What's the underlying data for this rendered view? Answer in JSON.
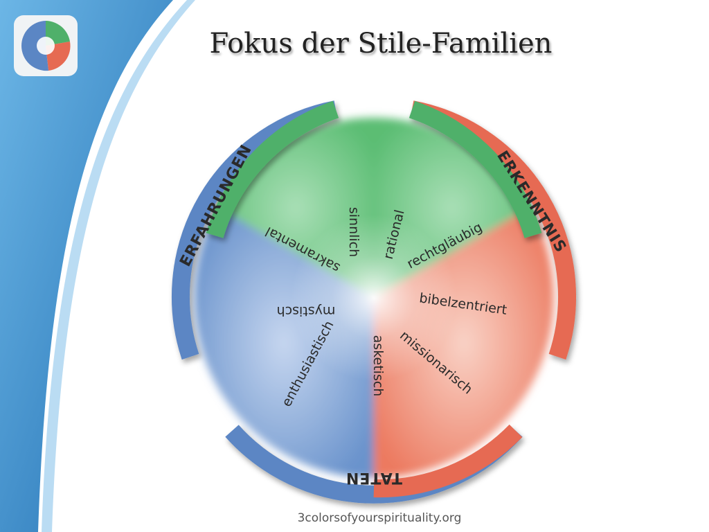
{
  "title": "Fokus der Stile-Familien",
  "footer": "3colorsofyourspirituality.org",
  "families": [
    {
      "label": "ERFAHRUNGEN",
      "color": "#5b86c4"
    },
    {
      "label": "ERKENNTNIS",
      "color": "#e66a52"
    },
    {
      "label": "TATEN",
      "color": "#4a78c0"
    }
  ],
  "styles": [
    "sinnlich",
    "rational",
    "rechtgläubig",
    "bibelzentriert",
    "missionarisch",
    "asketisch",
    "enthusiastisch",
    "mystisch",
    "sakramental"
  ],
  "colors": {
    "green": "#4fb06a",
    "blue": "#5b86c4",
    "red": "#e66a52",
    "accent_blue": "#2d7fc1"
  }
}
